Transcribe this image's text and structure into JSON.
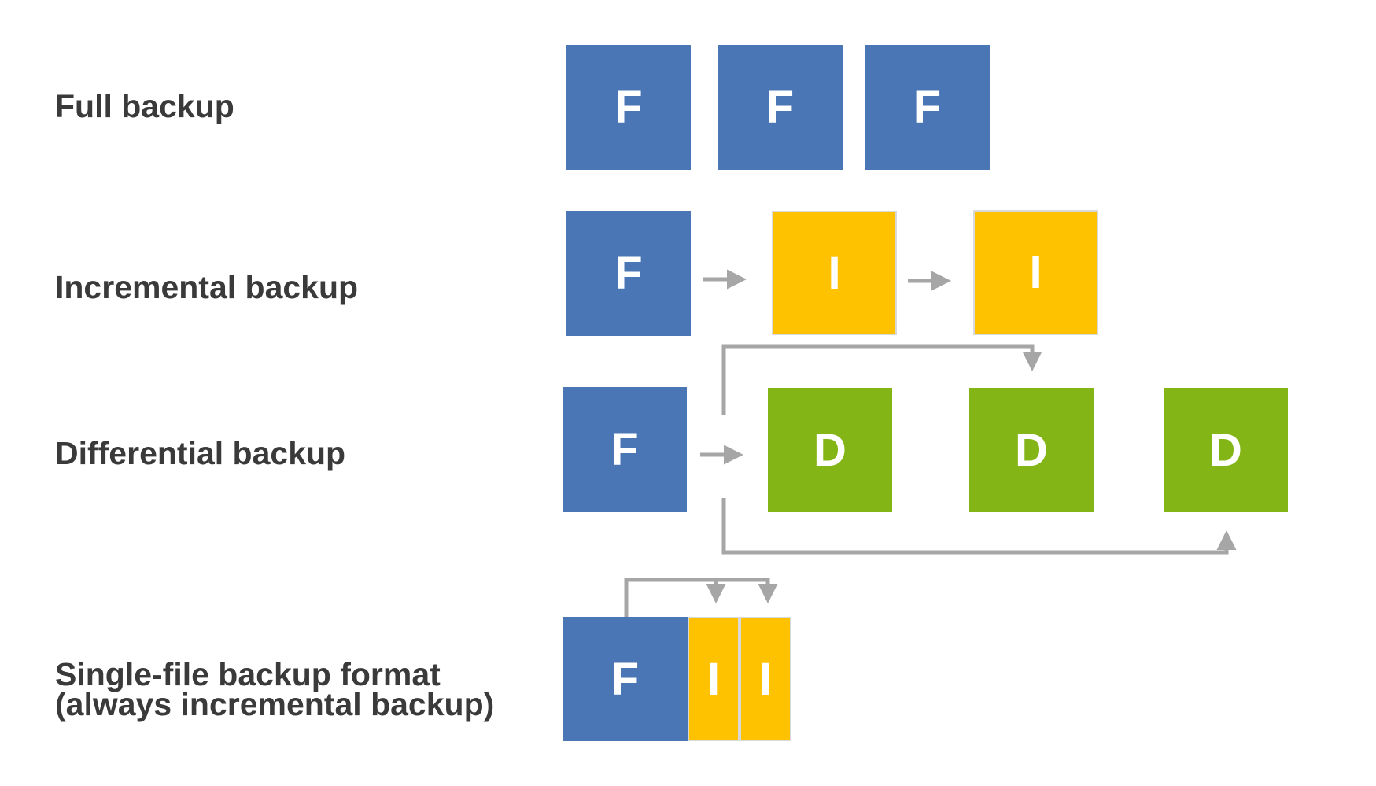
{
  "rows": {
    "full": {
      "label": "Full backup",
      "boxes": [
        "F",
        "F",
        "F"
      ]
    },
    "incremental": {
      "label": "Incremental backup",
      "boxes": [
        "F",
        "I",
        "I"
      ]
    },
    "differential": {
      "label": "Differential backup",
      "boxes": [
        "F",
        "D",
        "D",
        "D"
      ]
    },
    "single_file": {
      "label_line1": "Single-file backup format",
      "label_line2": "(always incremental backup)",
      "boxes": [
        "F",
        "I",
        "I"
      ]
    }
  },
  "colors": {
    "full": "#4a76b5",
    "incremental": "#fec200",
    "differential": "#84b516",
    "arrow": "#a6a6a6",
    "label": "#3a3a3a"
  }
}
